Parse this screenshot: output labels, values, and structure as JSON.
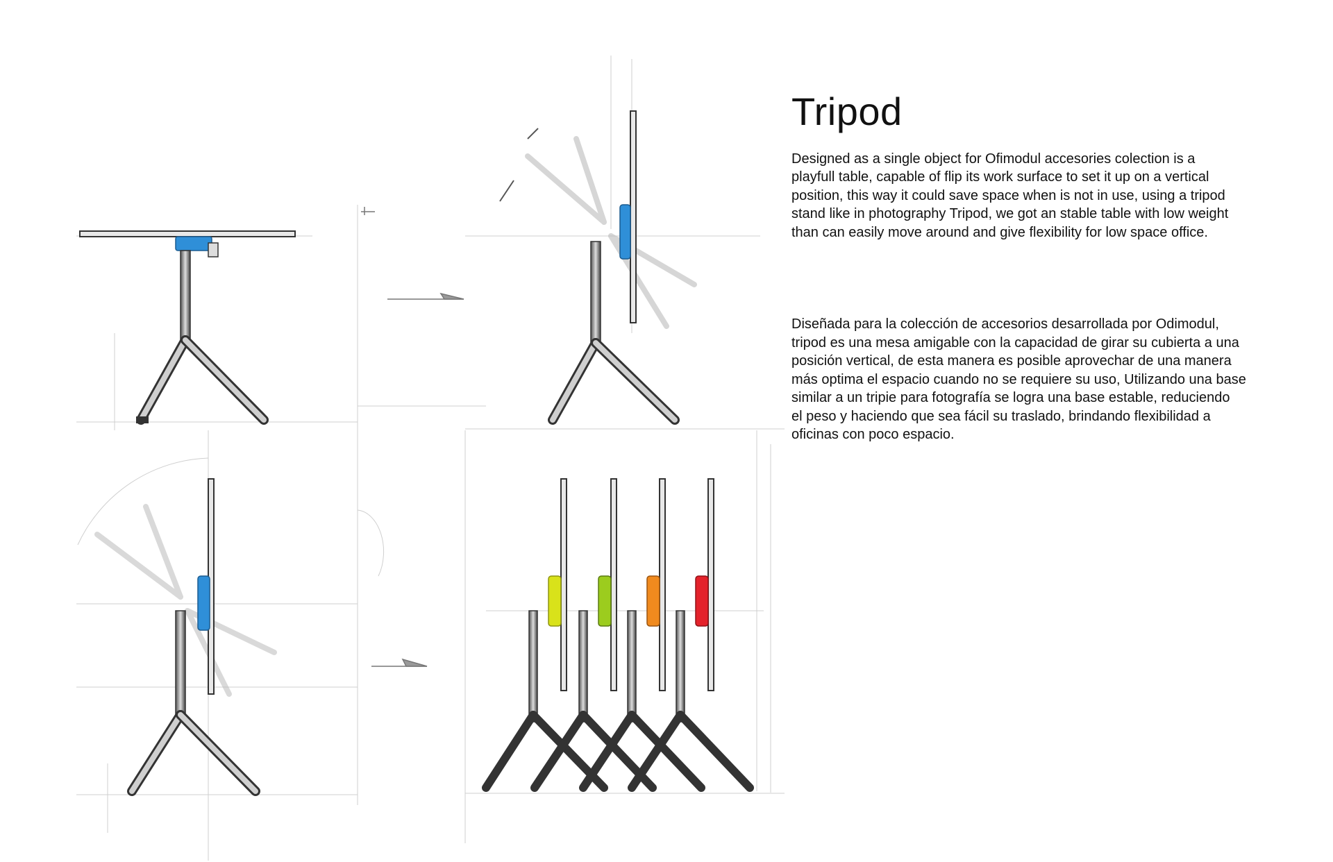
{
  "document": {
    "title": "Tripod",
    "description_en": "Designed as a single object  for Ofimodul accesories colection  is a\nplayfull table, capable of flip  its work surface to set it up on a vertical\nposition, this way it could save space when is not in use,  using a tripod\nstand like in photography Tripod, we got an stable table with low weight\nthan can easily move around and  give flexibility  for  low space office.",
    "description_es": "Diseñada para la colección de accesorios desarrollada por Odimodul,\ntripod es una mesa amigable con la capacidad de girar su cubierta a una\nposición vertical, de esta manera  es posible aprovechar de una manera\nmás optima el espacio cuando no se requiere su uso, Utilizando una base\nsimilar a un tripie para fotografía se logra  una base estable,  reduciendo\nel peso y haciendo que sea fácil su traslado, brindando flexibilidad  a\noficinas con poco espacio."
  },
  "colors": {
    "hinge_blue": "#2f8fd8",
    "hinge_yellow": "#d9e21a",
    "hinge_lime": "#9ccc1e",
    "hinge_orange": "#f08a1e",
    "hinge_red": "#e4222b",
    "sketch_line": "#333333",
    "guide_line": "#c8c8c8"
  }
}
